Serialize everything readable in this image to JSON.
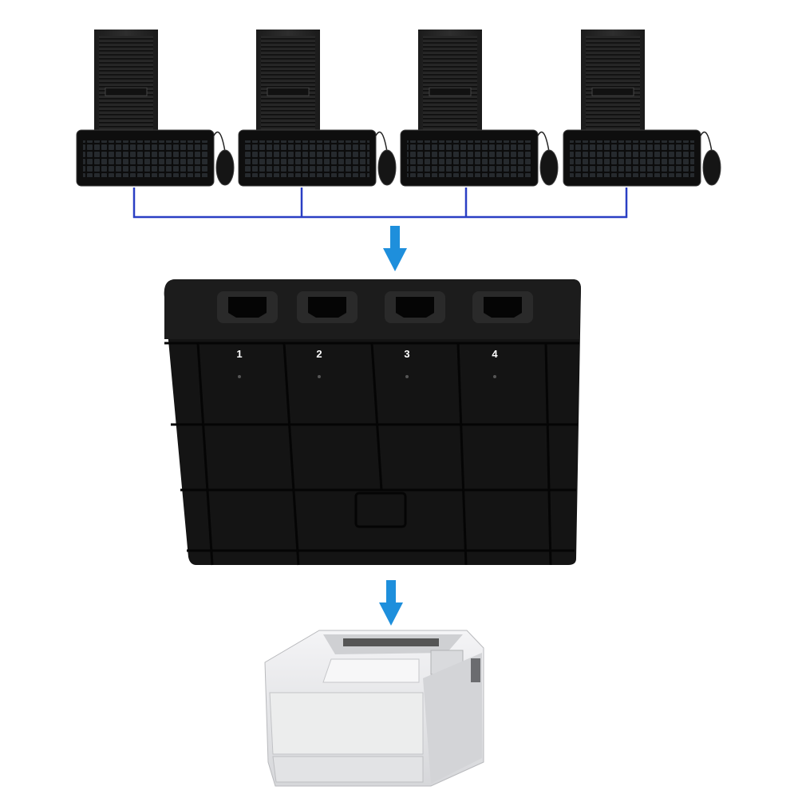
{
  "diagram": {
    "computers_count": 4,
    "switch": {
      "port_labels": [
        "1",
        "2",
        "3",
        "4"
      ]
    },
    "colors": {
      "connector_line": "#2a3fc4",
      "arrow": "#1e8fdc",
      "switch_body": "#141414",
      "printer_body": "#e9eaec"
    },
    "icons": [
      "computer-tower-icon",
      "keyboard-icon",
      "mouse-icon",
      "arrow-down-icon",
      "usb-switch-icon",
      "printer-icon"
    ]
  }
}
